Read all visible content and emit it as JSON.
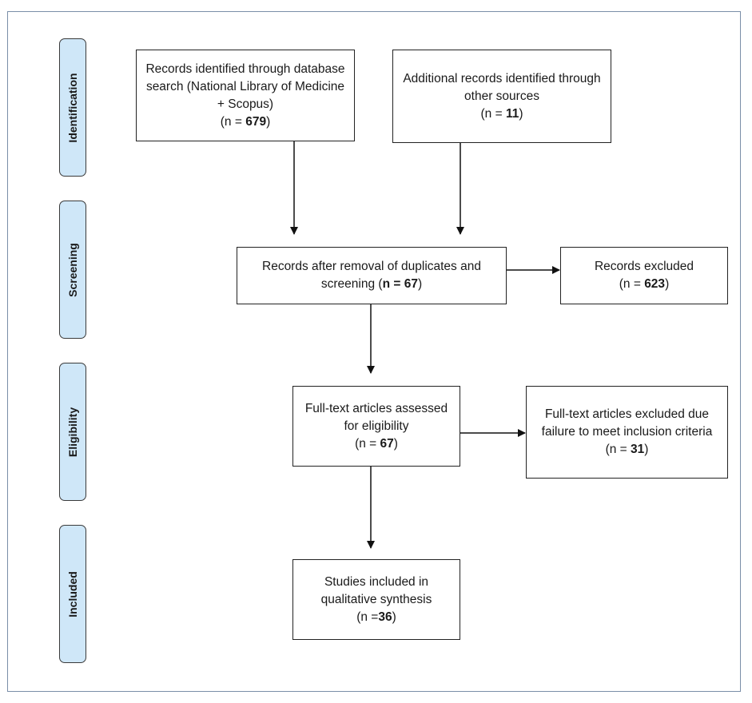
{
  "stages": {
    "identification": "Identification",
    "screening": "Screening",
    "eligibility": "Eligibility",
    "included": "Included"
  },
  "boxes": {
    "database": {
      "text": "Records identified through database search (National Library of Medicine + Scopus)",
      "count_prefix": "(n = ",
      "count": "679",
      "count_suffix": ")"
    },
    "other_sources": {
      "text": "Additional records identified through other sources",
      "count_prefix": "(n = ",
      "count": "11",
      "count_suffix": ")"
    },
    "after_duplicates": {
      "text": "Records after removal of duplicates and screening",
      "count_prefix": "(",
      "count": "n = 67",
      "count_suffix": ")"
    },
    "records_excluded": {
      "text": "Records excluded",
      "count_prefix": "(n = ",
      "count": "623",
      "count_suffix": ")"
    },
    "fulltext_assessed": {
      "text": "Full-text articles assessed for eligibility",
      "count_prefix": "(n = ",
      "count": "67",
      "count_suffix": ")"
    },
    "fulltext_excluded": {
      "text": "Full-text articles excluded due failure to meet inclusion criteria",
      "count_prefix": "(n = ",
      "count": "31",
      "count_suffix": ")"
    },
    "studies_included": {
      "text": "Studies included in qualitative synthesis",
      "count_prefix": "(n =",
      "count": "36",
      "count_suffix": ")"
    }
  }
}
